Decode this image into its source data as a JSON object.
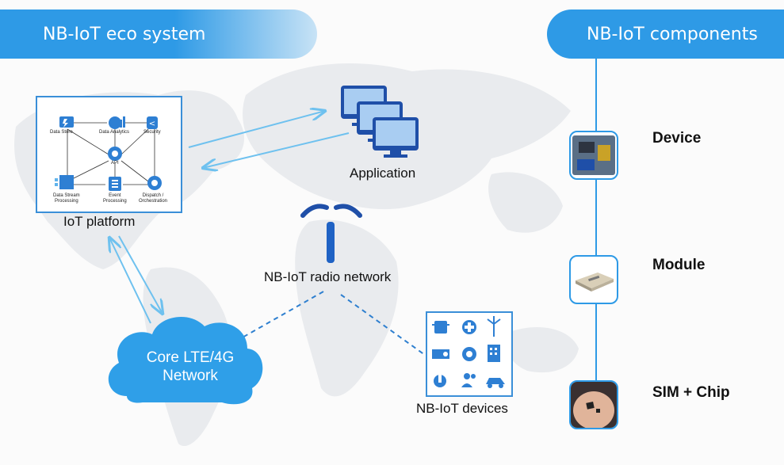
{
  "headers": {
    "left_title": "NB-IoT eco system",
    "right_title": "NB-IoT components"
  },
  "platform": {
    "label": "IoT platform",
    "nodes": {
      "data_store": "Data Store",
      "data_analytics": "Data Analytics",
      "security": "Security",
      "api": "API",
      "data_stream_1": "Data Stream",
      "data_stream_2": "Processing",
      "event_1": "Event",
      "event_2": "Processing",
      "dispatch_1": "Dispatch /",
      "dispatch_2": "Orchestration"
    }
  },
  "application": {
    "label": "Application"
  },
  "radio": {
    "label": "NB-IoT radio network"
  },
  "core": {
    "line1": "Core LTE/4G",
    "line2": "Network"
  },
  "devices": {
    "label": "NB-IoT devices"
  },
  "components": [
    {
      "label": "Device",
      "icon": "device-board-icon"
    },
    {
      "label": "Module",
      "icon": "module-chip-icon"
    },
    {
      "label": "SIM + Chip",
      "icon": "sim-chip-icon"
    }
  ],
  "colors": {
    "accent": "#2e9ae6",
    "dark_blue": "#1f4fa8",
    "arrow": "#6ec1ef",
    "map": "#e9ebee"
  }
}
